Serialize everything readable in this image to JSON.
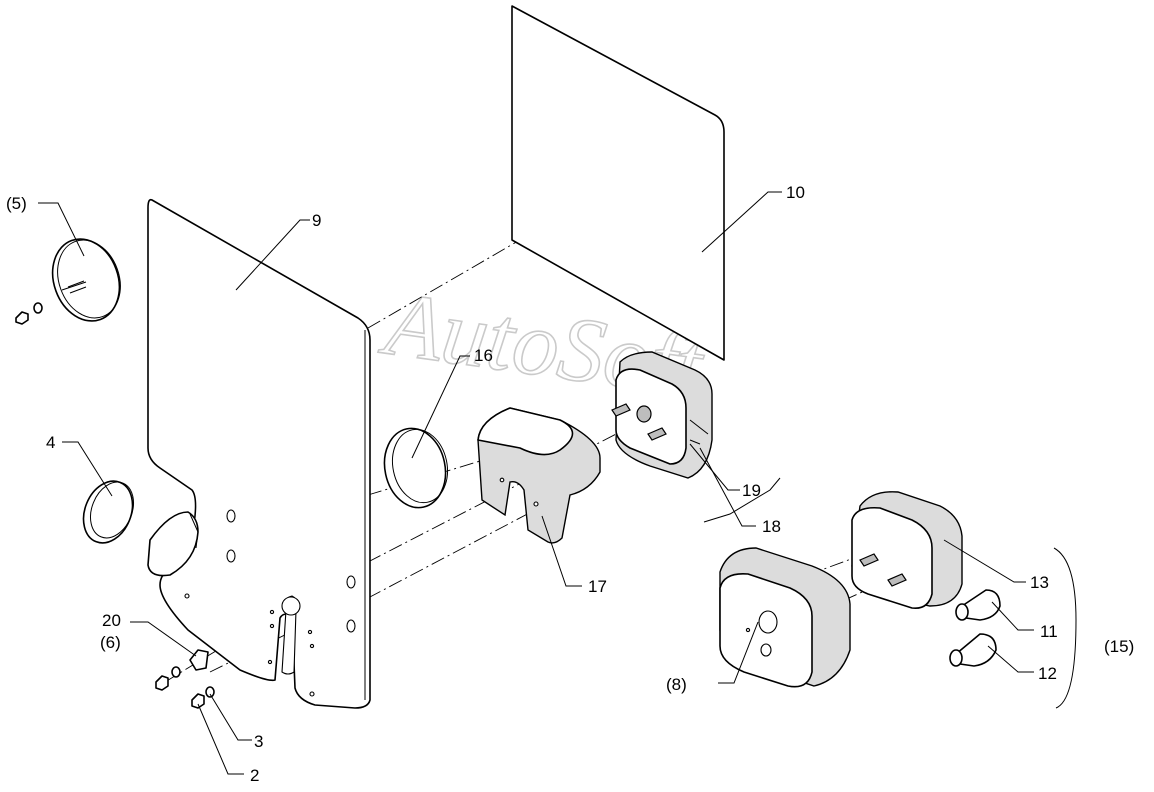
{
  "watermark": "AutoSoft",
  "callouts": {
    "c_5": "(5)",
    "c_9": "9",
    "c_10": "10",
    "c_16": "16",
    "c_4": "4",
    "c_19": "19",
    "c_18": "18",
    "c_17": "17",
    "c_13": "13",
    "c_11": "11",
    "c_12": "12",
    "c_15": "(15)",
    "c_8": "(8)",
    "c_20": "20",
    "c_6": "(6)",
    "c_3": "3",
    "c_2": "2"
  }
}
